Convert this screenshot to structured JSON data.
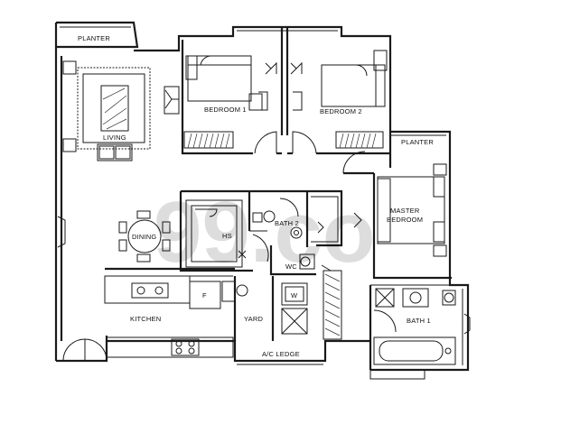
{
  "plan": {
    "rooms": {
      "planter_top": "PLANTER",
      "planter_right": "PLANTER",
      "living": "LIVING",
      "bedroom1": "BEDROOM 1",
      "bedroom2": "BEDROOM 2",
      "master_line1": "MASTER",
      "master_line2": "BEDROOM",
      "dining": "DINING",
      "hs": "HS",
      "bath2": "BATH 2",
      "wc": "WC",
      "kitchen": "KITCHEN",
      "yard": "YARD",
      "bath1": "BATH 1",
      "ac_ledge": "A/C LEDGE",
      "fridge": "F",
      "washer": "W"
    },
    "watermark": "99.co"
  }
}
